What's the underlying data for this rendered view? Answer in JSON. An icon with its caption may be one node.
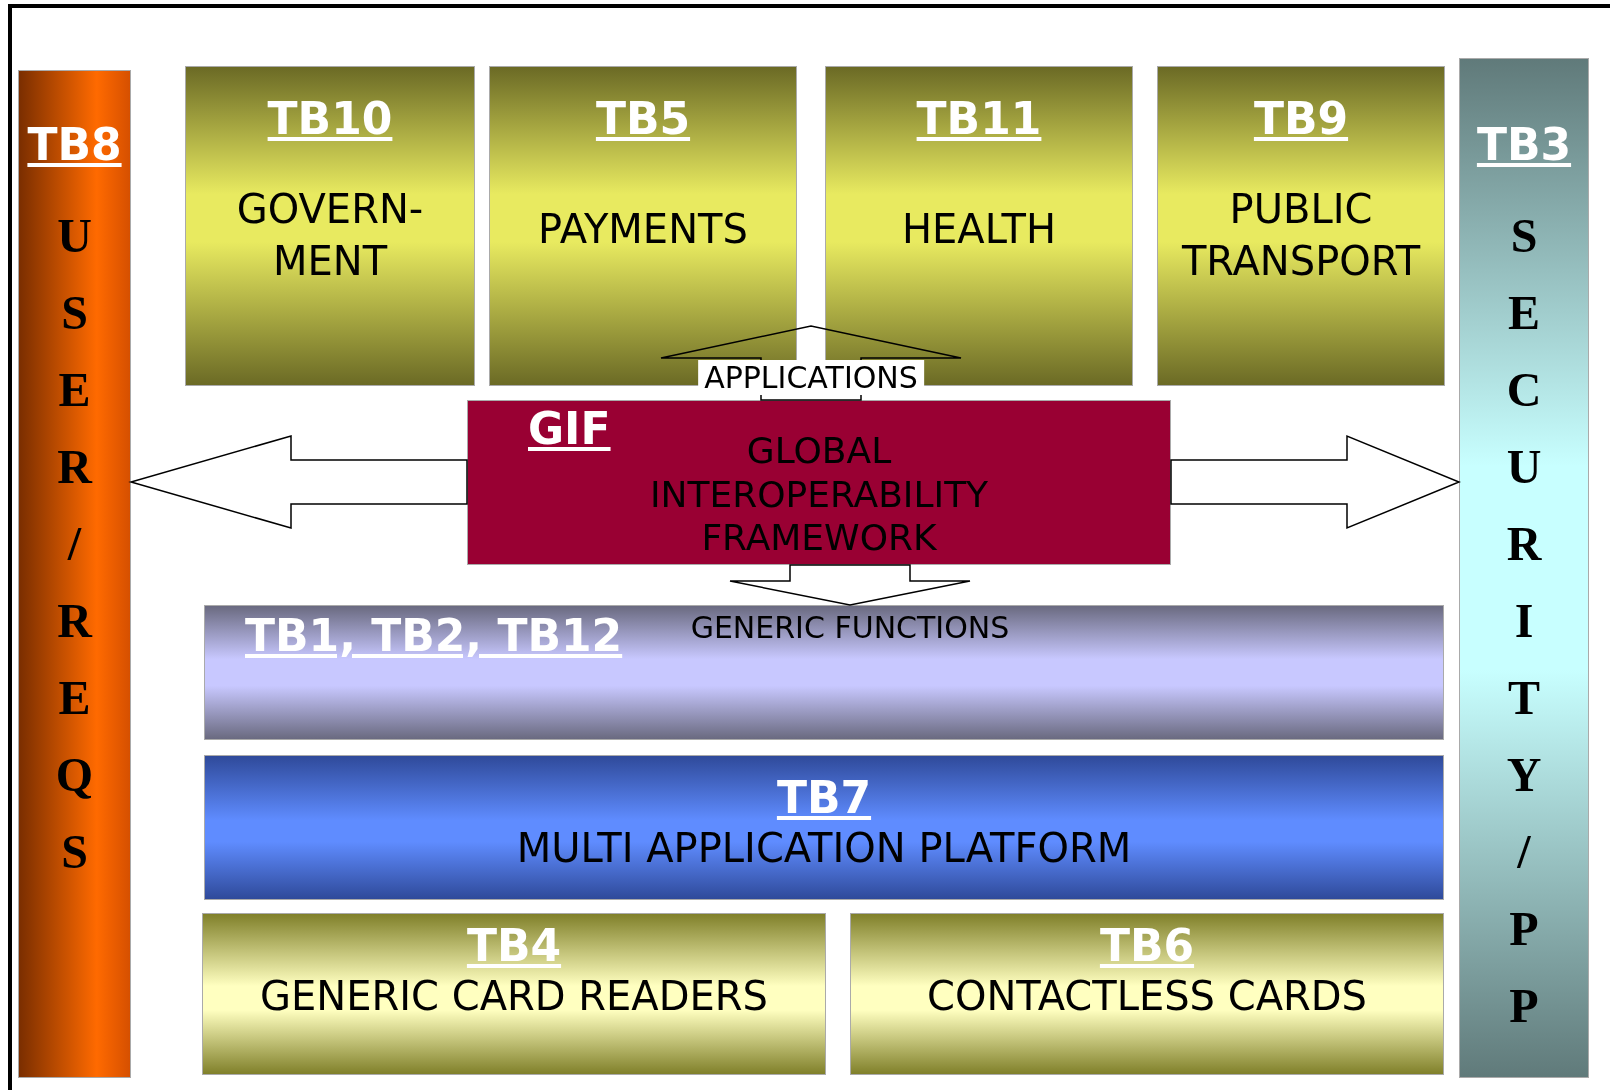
{
  "diagram": {
    "nodes": [
      {
        "text": [
          "TB8",
          "USER/REQS"
        ]
      },
      {
        "text": [
          "TB10",
          "GOVERN- MENT"
        ]
      },
      {
        "text": [
          "TB5",
          "PAYMENTS"
        ]
      },
      {
        "text": [
          "TB11",
          "HEALTH"
        ]
      },
      {
        "text": [
          "TB9",
          "PUBLIC TRANSPORT"
        ]
      },
      {
        "text": [
          "TB3",
          "SECURITY/PP"
        ]
      },
      {
        "text": [
          "GIF",
          "GLOBAL INTEROPERABILITY FRAMEWORK"
        ]
      },
      {
        "text": [
          "TB1, TB2, TB12"
        ]
      },
      {
        "text": [
          "TB7",
          "MULTI APPLICATION PLATFORM"
        ]
      },
      {
        "text": [
          "TB4",
          "GENERIC CARD READERS"
        ]
      },
      {
        "text": [
          "TB6",
          "CONTACTLESS CARDS"
        ]
      }
    ],
    "edges": [
      {
        "from": 6,
        "to": null,
        "arrow": "to",
        "label": "APPLICATIONS"
      },
      {
        "from": 6,
        "to": 0,
        "arrow": "to"
      },
      {
        "from": 6,
        "to": 5,
        "arrow": "to"
      },
      {
        "from": 6,
        "to": 7,
        "arrow": "to",
        "label": "GENERIC FUNCTIONS"
      }
    ]
  }
}
